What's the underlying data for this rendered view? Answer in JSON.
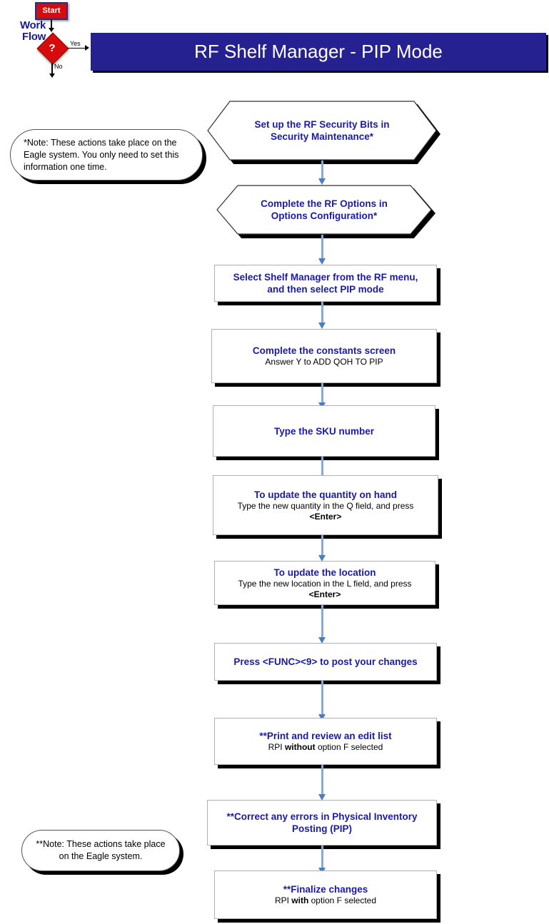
{
  "logo": {
    "workflow_label": "Work\nFlow",
    "start_label": "Start",
    "decision_label": "?",
    "yes_label": "Yes",
    "no_label": "No"
  },
  "header": {
    "title": "RF Shelf Manager - PIP Mode",
    "banner_color": "#262191",
    "text_color": "#ffffff"
  },
  "colors": {
    "heading_navy": "#1a1aa8",
    "banner_navy": "#262191",
    "accent_red": "#d60c0c",
    "connector_blue": "#8ca8d4",
    "arrowhead_blue": "#4a7ec0",
    "shadow_black": "#000000"
  },
  "nodes": [
    {
      "id": "set-up-rf-security-bits",
      "shape": "hexagon",
      "heading": "Set up the RF Security Bits in\nSecurity Maintenance*",
      "sub": ""
    },
    {
      "id": "complete-rf-options",
      "shape": "hexagon",
      "heading": "Complete the RF Options in\nOptions Configuration*",
      "sub": ""
    },
    {
      "id": "select-shelf-manager",
      "shape": "rect",
      "heading": "Select Shelf Manager from the RF menu,\nand then select PIP mode",
      "sub": ""
    },
    {
      "id": "complete-constants-screen",
      "shape": "rect",
      "heading": "Complete the constants screen",
      "sub": "Answer Y to ADD QOH TO PIP"
    },
    {
      "id": "type-sku-number",
      "shape": "rect",
      "heading": "Type the SKU number",
      "sub": ""
    },
    {
      "id": "update-quantity-on-hand",
      "shape": "rect",
      "heading": "To update the quantity on hand",
      "sub": "Type the new quantity in the Q field, and press\n<Enter>"
    },
    {
      "id": "update-location",
      "shape": "rect",
      "heading": "To update the location",
      "sub": "Type the new location in the L field, and press\n<Enter>"
    },
    {
      "id": "press-func-9",
      "shape": "rect",
      "heading": "Press <FUNC><9> to post your changes",
      "sub": ""
    },
    {
      "id": "print-review-edit-list",
      "shape": "rect",
      "heading": "**Print and review an edit list",
      "sub": "RPI without option F selected",
      "sub_bold_word": "without"
    },
    {
      "id": "correct-errors-pip",
      "shape": "rect",
      "heading": "**Correct any errors in Physical Inventory\nPosting (PIP)",
      "sub": ""
    },
    {
      "id": "finalize-changes",
      "shape": "rect",
      "heading": "**Finalize changes",
      "sub": "RPI with option F selected",
      "sub_bold_word": "with"
    }
  ],
  "notes": [
    {
      "id": "note-single-asterisk",
      "text": "*Note: These actions take place on the Eagle system. You only need to set this information one time."
    },
    {
      "id": "note-double-asterisk",
      "text": "**Note: These actions take place on the Eagle system."
    }
  ]
}
